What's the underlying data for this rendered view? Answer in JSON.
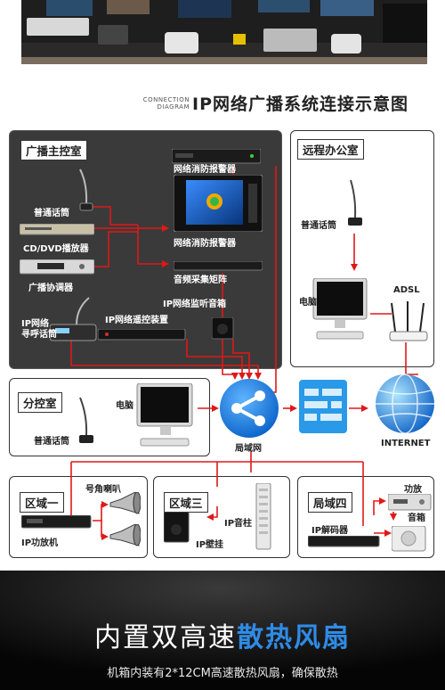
{
  "title": {
    "en_line1": "CONNECTION",
    "en_line2": "DIAGRAM",
    "zh": "IP网络广播系统连接示意图"
  },
  "master_room": {
    "label": "广播主控室",
    "devices": {
      "fire_alarm_top": "网络消防报警器",
      "fire_alarm_main": "网络消防报警器",
      "mic": "普通话筒",
      "cd_player": "CD/DVD播放器",
      "tuner": "广播协调器",
      "audio_matrix": "音频采集矩阵",
      "ip_monitor_speaker": "IP网络监听音箱",
      "ip_remote": "IP网络遥控装置",
      "ip_paging_mic": "IP网络\n寻呼话筒"
    }
  },
  "remote_office": {
    "label": "远程办公室",
    "mic": "普通话筒",
    "pc": "电脑",
    "adsl": "ADSL"
  },
  "branch_room": {
    "label": "分控室",
    "pc": "电脑",
    "mic": "普通话筒"
  },
  "network": {
    "lan": "局域网",
    "internet": "INTERNET"
  },
  "zone1": {
    "label": "区域一",
    "horn": "号角喇叭",
    "amp": "IP功放机"
  },
  "zone3": {
    "label": "区域三",
    "column": "IP音柱",
    "wall": "IP壁挂"
  },
  "zone4": {
    "label": "局域四",
    "amp": "功放",
    "speaker": "音箱",
    "decoder": "IP解码器"
  },
  "banner": {
    "title_prefix": "内置双高速",
    "title_highlight": "散热风扇",
    "subtitle": "机箱内装有2*12CM高速散热风扇，确保散热"
  }
}
